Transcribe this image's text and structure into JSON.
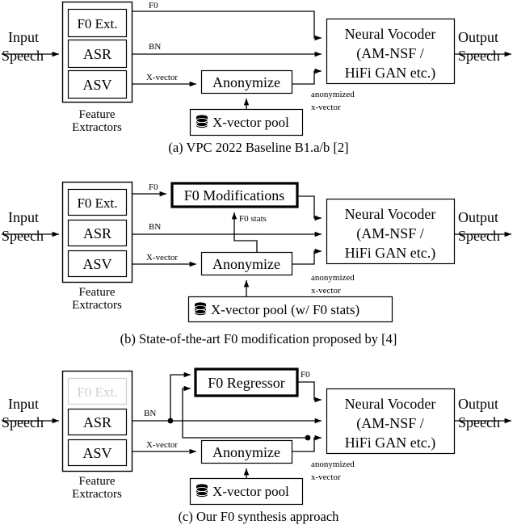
{
  "figure": {
    "title": "Voice privacy F0 handling pipelines",
    "panels": [
      {
        "id": "a",
        "caption": "(a) VPC 2022 Baseline B1.a/b [2]",
        "input_label_line1": "Input",
        "input_label_line2": "Speech",
        "output_label_line1": "Output",
        "output_label_line2": "Speech",
        "feature_extractors_caption_line1": "Feature",
        "feature_extractors_caption_line2": "Extractors",
        "extractors": [
          "F0 Ext.",
          "ASR",
          "ASV"
        ],
        "signal_labels": [
          "F0",
          "BN",
          "X-vector"
        ],
        "anonymize_label": "Anonymize",
        "pool_label": "X-vector pool",
        "pool_icon": "database-icon",
        "anon_xvec_line1": "anonymized",
        "anon_xvec_line2": "x-vector",
        "vocoder_line1": "Neural Vocoder",
        "vocoder_line2": "(AM-NSF /",
        "vocoder_line3": "HiFi GAN etc.)"
      },
      {
        "id": "b",
        "caption": "(b) State-of-the-art F0 modification proposed by [4]",
        "input_label_line1": "Input",
        "input_label_line2": "Speech",
        "output_label_line1": "Output",
        "output_label_line2": "Speech",
        "feature_extractors_caption_line1": "Feature",
        "feature_extractors_caption_line2": "Extractors",
        "extractors": [
          "F0 Ext.",
          "ASR",
          "ASV"
        ],
        "signal_labels": [
          "F0",
          "BN",
          "X-vector"
        ],
        "f0_block_label": "F0 Modifications",
        "f0_stats_label": "F0 stats",
        "anonymize_label": "Anonymize",
        "pool_label": "X-vector pool (w/ F0 stats)",
        "pool_icon": "database-icon",
        "anon_xvec_line1": "anonymized",
        "anon_xvec_line2": "x-vector",
        "vocoder_line1": "Neural Vocoder",
        "vocoder_line2": "(AM-NSF /",
        "vocoder_line3": "HiFi GAN etc.)"
      },
      {
        "id": "c",
        "caption": "(c) Our F0 synthesis approach",
        "input_label_line1": "Input",
        "input_label_line2": "Speech",
        "output_label_line1": "Output",
        "output_label_line2": "Speech",
        "feature_extractors_caption_line1": "Feature",
        "feature_extractors_caption_line2": "Extractors",
        "extractors": [
          "F0 Ext.",
          "ASR",
          "ASV"
        ],
        "extractor_disabled": "F0 Ext.",
        "signal_labels": [
          "BN",
          "X-vector",
          "F0"
        ],
        "f0_block_label": "F0 Regressor",
        "anonymize_label": "Anonymize",
        "pool_label": "X-vector pool",
        "pool_icon": "database-icon",
        "anon_xvec_line1": "anonymized",
        "anon_xvec_line2": "x-vector",
        "vocoder_line1": "Neural Vocoder",
        "vocoder_line2": "(AM-NSF /",
        "vocoder_line3": "HiFi GAN etc.)"
      }
    ],
    "colors": {
      "line": "#000000",
      "box_fill": "#ffffff",
      "disabled_text": "#cfcfcf",
      "background": "#ffffff"
    }
  }
}
